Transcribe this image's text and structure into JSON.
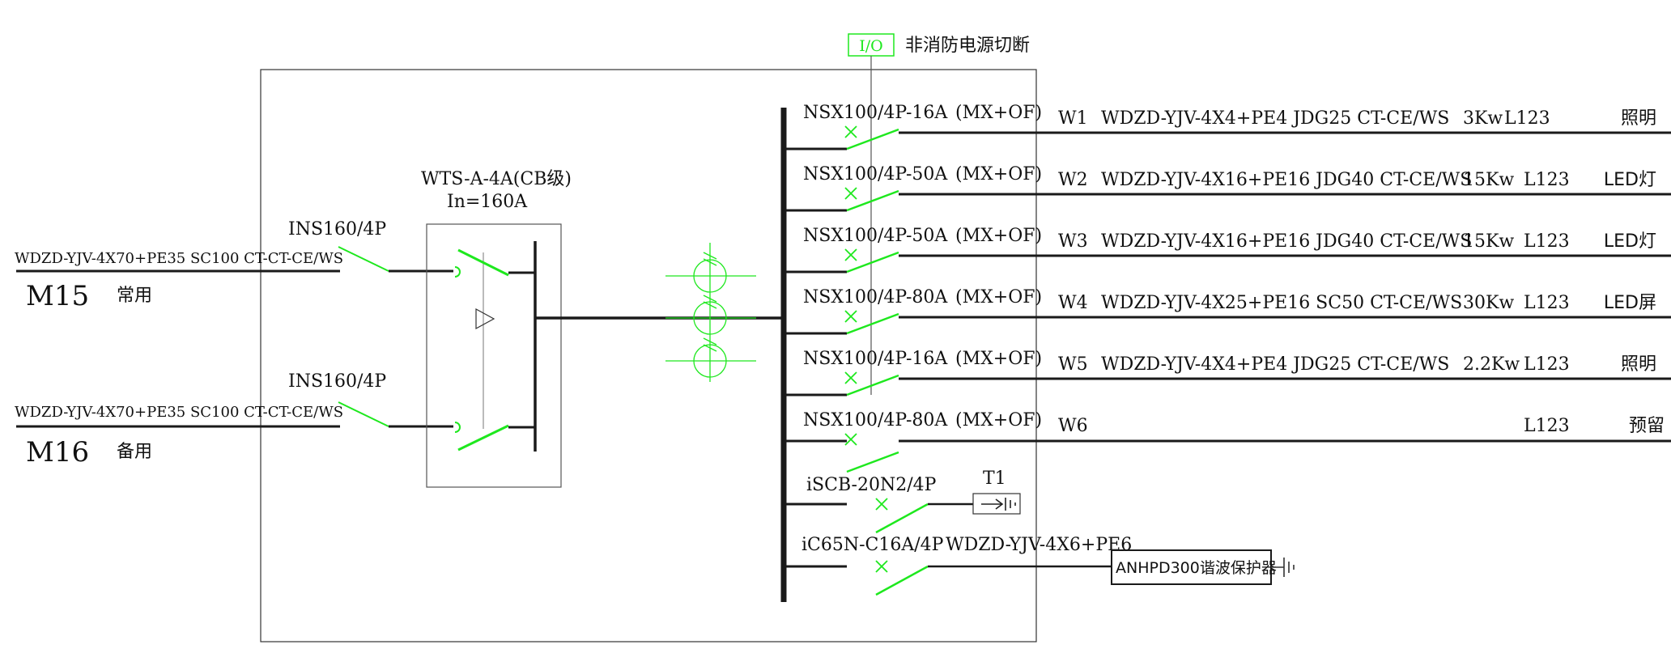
{
  "control_box": {
    "label": "I/O",
    "text": "非消防电源切断"
  },
  "ats": {
    "model": "WTS-A-4A(CB级)",
    "rating": "In=160A"
  },
  "incomers": [
    {
      "cable": "WDZD-YJV-4X70+PE35 SC100 CT-CT-CE/WS",
      "switch": "INS160/4P",
      "id": "M15",
      "role": "常用"
    },
    {
      "cable": "WDZD-YJV-4X70+PE35 SC100 CT-CT-CE/WS",
      "switch": "INS160/4P",
      "id": "M16",
      "role": "备用"
    }
  ],
  "feeders": [
    {
      "breaker": "NSX100/4P-16A",
      "aux": "(MX+OF)",
      "circuit": "W1",
      "cable": "WDZD-YJV-4X4+PE4 JDG25 CT-CE/WS",
      "power": "3Kw",
      "phase": "L123",
      "load": "照明"
    },
    {
      "breaker": "NSX100/4P-50A",
      "aux": "(MX+OF)",
      "circuit": "W2",
      "cable": "WDZD-YJV-4X16+PE16 JDG40 CT-CE/WS",
      "power": "15Kw",
      "phase": "L123",
      "load": "LED灯"
    },
    {
      "breaker": "NSX100/4P-50A",
      "aux": "(MX+OF)",
      "circuit": "W3",
      "cable": "WDZD-YJV-4X16+PE16 JDG40 CT-CE/WS",
      "power": "15Kw",
      "phase": "L123",
      "load": "LED灯"
    },
    {
      "breaker": "NSX100/4P-80A",
      "aux": "(MX+OF)",
      "circuit": "W4",
      "cable": "WDZD-YJV-4X25+PE16 SC50 CT-CE/WS",
      "power": "30Kw",
      "phase": "L123",
      "load": "LED屏"
    },
    {
      "breaker": "NSX100/4P-16A",
      "aux": "(MX+OF)",
      "circuit": "W5",
      "cable": "WDZD-YJV-4X4+PE4 JDG25 CT-CE/WS",
      "power": "2.2Kw",
      "phase": "L123",
      "load": "照明"
    },
    {
      "breaker": "NSX100/4P-80A",
      "aux": "(MX+OF)",
      "circuit": "W6",
      "cable": "",
      "power": "",
      "phase": "L123",
      "load": "预留"
    }
  ],
  "spd": {
    "breaker": "iSCB-20N2/4P",
    "tag": "T1"
  },
  "harmonic": {
    "breaker": "iC65N-C16A/4P",
    "cable": "WDZD-YJV-4X6+PE6",
    "device": "ANHPD300谐波保护器"
  }
}
